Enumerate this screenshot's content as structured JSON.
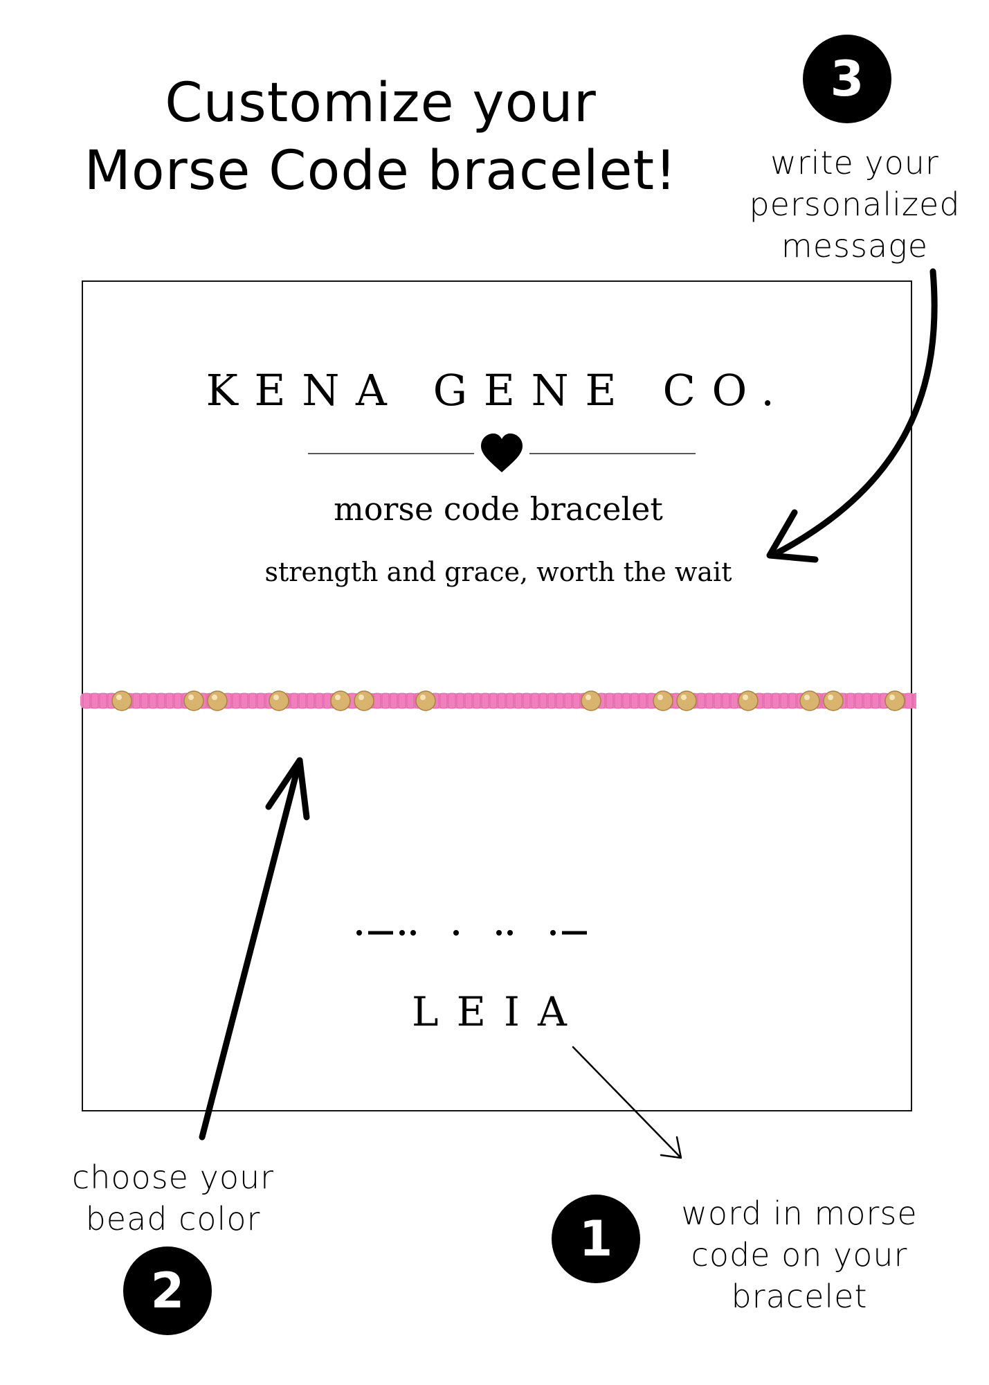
{
  "heading": {
    "line1": "Customize your",
    "line2": "Morse Code bracelet!"
  },
  "steps": [
    {
      "number": "1",
      "lines": [
        "word in morse",
        "code on your",
        "bracelet"
      ]
    },
    {
      "number": "2",
      "lines": [
        "choose your",
        "bead color"
      ]
    },
    {
      "number": "3",
      "lines": [
        "write your",
        "personalized",
        "message"
      ]
    }
  ],
  "card": {
    "brand": "KENA GENE CO.",
    "divider_icon": "heart-icon",
    "product_title": "morse code bracelet",
    "message": "strength and grace, worth the wait",
    "morse_code": ".-.. . .. .-",
    "word": "LEIA"
  },
  "bracelet": {
    "seed_bead_color": "#f27fbd",
    "metal_bead_color": "#d9b46e",
    "pattern": ".-.. . .. .-"
  },
  "colors": {
    "ink": "#000000",
    "background": "#ffffff"
  }
}
